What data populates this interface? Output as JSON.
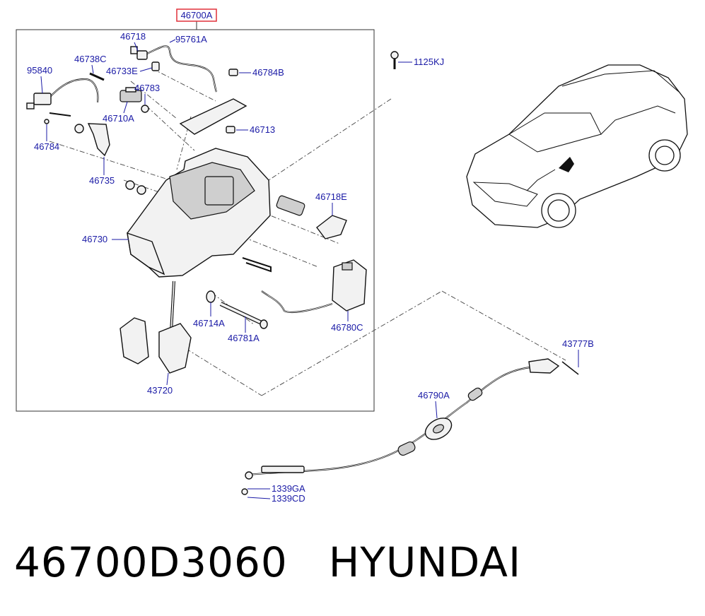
{
  "diagram": {
    "assembly_label": "46700A",
    "highlight_color": "#e0303a",
    "label_color": "#1a1aa6",
    "callouts": {
      "p46718": "46718",
      "p95761A": "95761A",
      "p46738C": "46738C",
      "p95840": "95840",
      "p46733E": "46733E",
      "p46784B": "46784B",
      "p46783": "46783",
      "p46710A": "46710A",
      "p46713": "46713",
      "p46784": "46784",
      "p46735": "46735",
      "p46718E": "46718E",
      "p46730": "46730",
      "p46714A": "46714A",
      "p46781A": "46781A",
      "p46780C": "46780C",
      "p43720": "43720",
      "p1125KJ": "1125KJ",
      "p43777B": "43777B",
      "p46790A": "46790A",
      "p1339GA": "1339GA",
      "p1339CD": "1339CD"
    }
  },
  "footer": {
    "part_number": "46700D3060",
    "brand": "HYUNDAI"
  }
}
